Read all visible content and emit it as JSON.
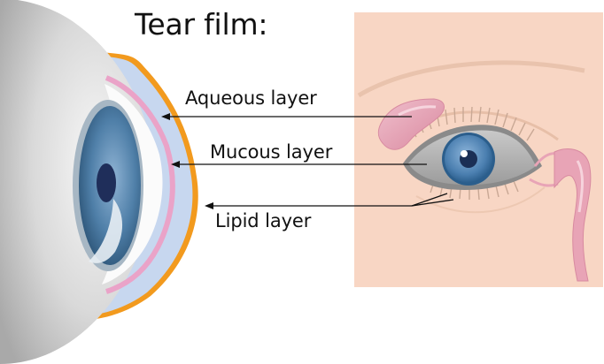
{
  "title": "Tear film:",
  "labels": {
    "aqueous": "Aqueous layer",
    "mucous": "Mucous layer",
    "lipid": "Lipid layer"
  },
  "colors": {
    "lipid_layer": "#f29a1e",
    "aqueous_layer": "#c7d7ef",
    "mucous_layer": "#eaa3c8",
    "iris": "#4f7fa8",
    "skin_panel": "#f8d6c4",
    "lacrimal_gland": "#e8a4b6"
  },
  "icons": {
    "eye_cross_section": "eyeball-side-view-icon",
    "front_eye": "front-eye-view-icon"
  }
}
